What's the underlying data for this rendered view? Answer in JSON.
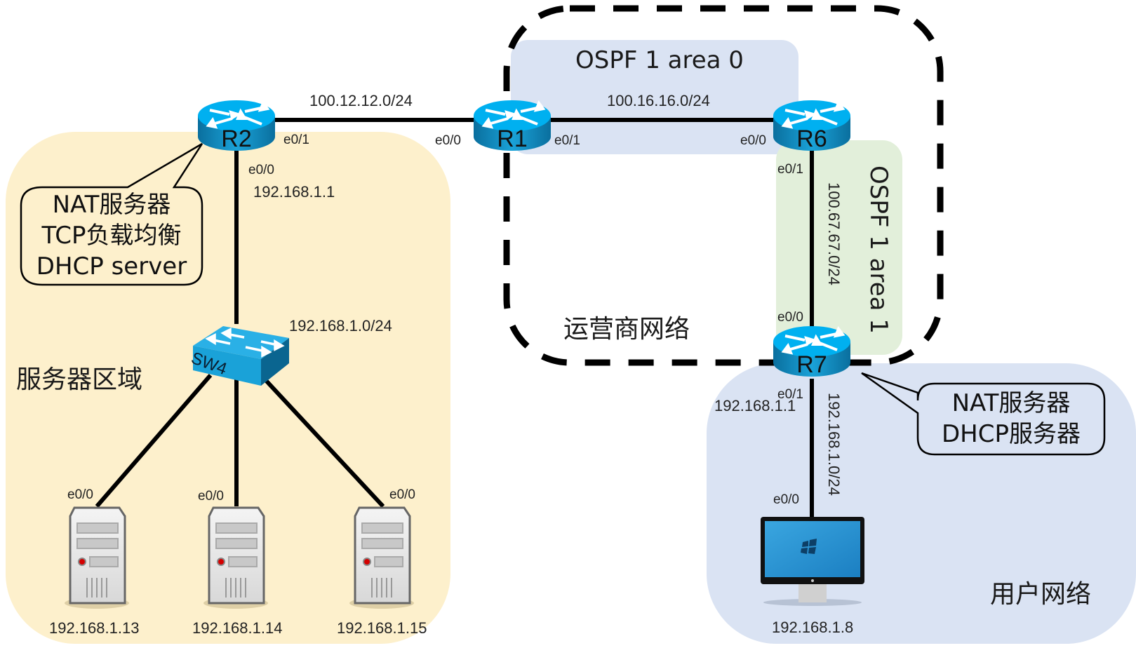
{
  "zones": {
    "server_area": {
      "label": "服务器区域",
      "color": "#fdf0cc"
    },
    "user_network": {
      "label": "用户网络",
      "color": "#dae3f3"
    },
    "isp_network": {
      "label": "运营商网络"
    },
    "ospf_area0": {
      "label": "OSPF 1 area 0",
      "color": "#dae3f3"
    },
    "ospf_area1": {
      "label": "OSPF 1 area 1",
      "color": "#e2efda"
    }
  },
  "routers": {
    "r1": {
      "name": "R1"
    },
    "r2": {
      "name": "R2"
    },
    "r6": {
      "name": "R6"
    },
    "r7": {
      "name": "R7"
    }
  },
  "switch": {
    "name": "SW4"
  },
  "links": {
    "r2_r1": {
      "network": "100.12.12.0/24",
      "r2_iface": "e0/1",
      "r1_iface": "e0/0"
    },
    "r1_r6": {
      "network": "100.16.16.0/24",
      "r1_iface": "e0/1",
      "r6_iface": "e0/0"
    },
    "r6_r7": {
      "network": "100.67.67.0/24",
      "r6_iface": "e0/1",
      "r7_iface": "e0/0"
    },
    "r2_sw4": {
      "r2_iface": "e0/0",
      "r2_ip": "192.168.1.1",
      "network": "192.168.1.0/24"
    },
    "r7_pc": {
      "r7_iface": "e0/1",
      "r7_ip": "192.168.1.1",
      "network": "192.168.1.0/24",
      "pc_iface": "e0/0"
    }
  },
  "servers": [
    {
      "iface": "e0/0",
      "ip": "192.168.1.13"
    },
    {
      "iface": "e0/0",
      "ip": "192.168.1.14"
    },
    {
      "iface": "e0/0",
      "ip": "192.168.1.15"
    }
  ],
  "pc": {
    "ip": "192.168.1.8"
  },
  "callouts": {
    "r2": {
      "lines": [
        "NAT服务器",
        "TCP负载均衡",
        "DHCP server"
      ]
    },
    "r7": {
      "lines": [
        "NAT服务器",
        "DHCP服务器"
      ]
    }
  },
  "colors": {
    "router_top": "#00b0f0",
    "router_side": "#0a7fb5",
    "link": "#000000"
  }
}
